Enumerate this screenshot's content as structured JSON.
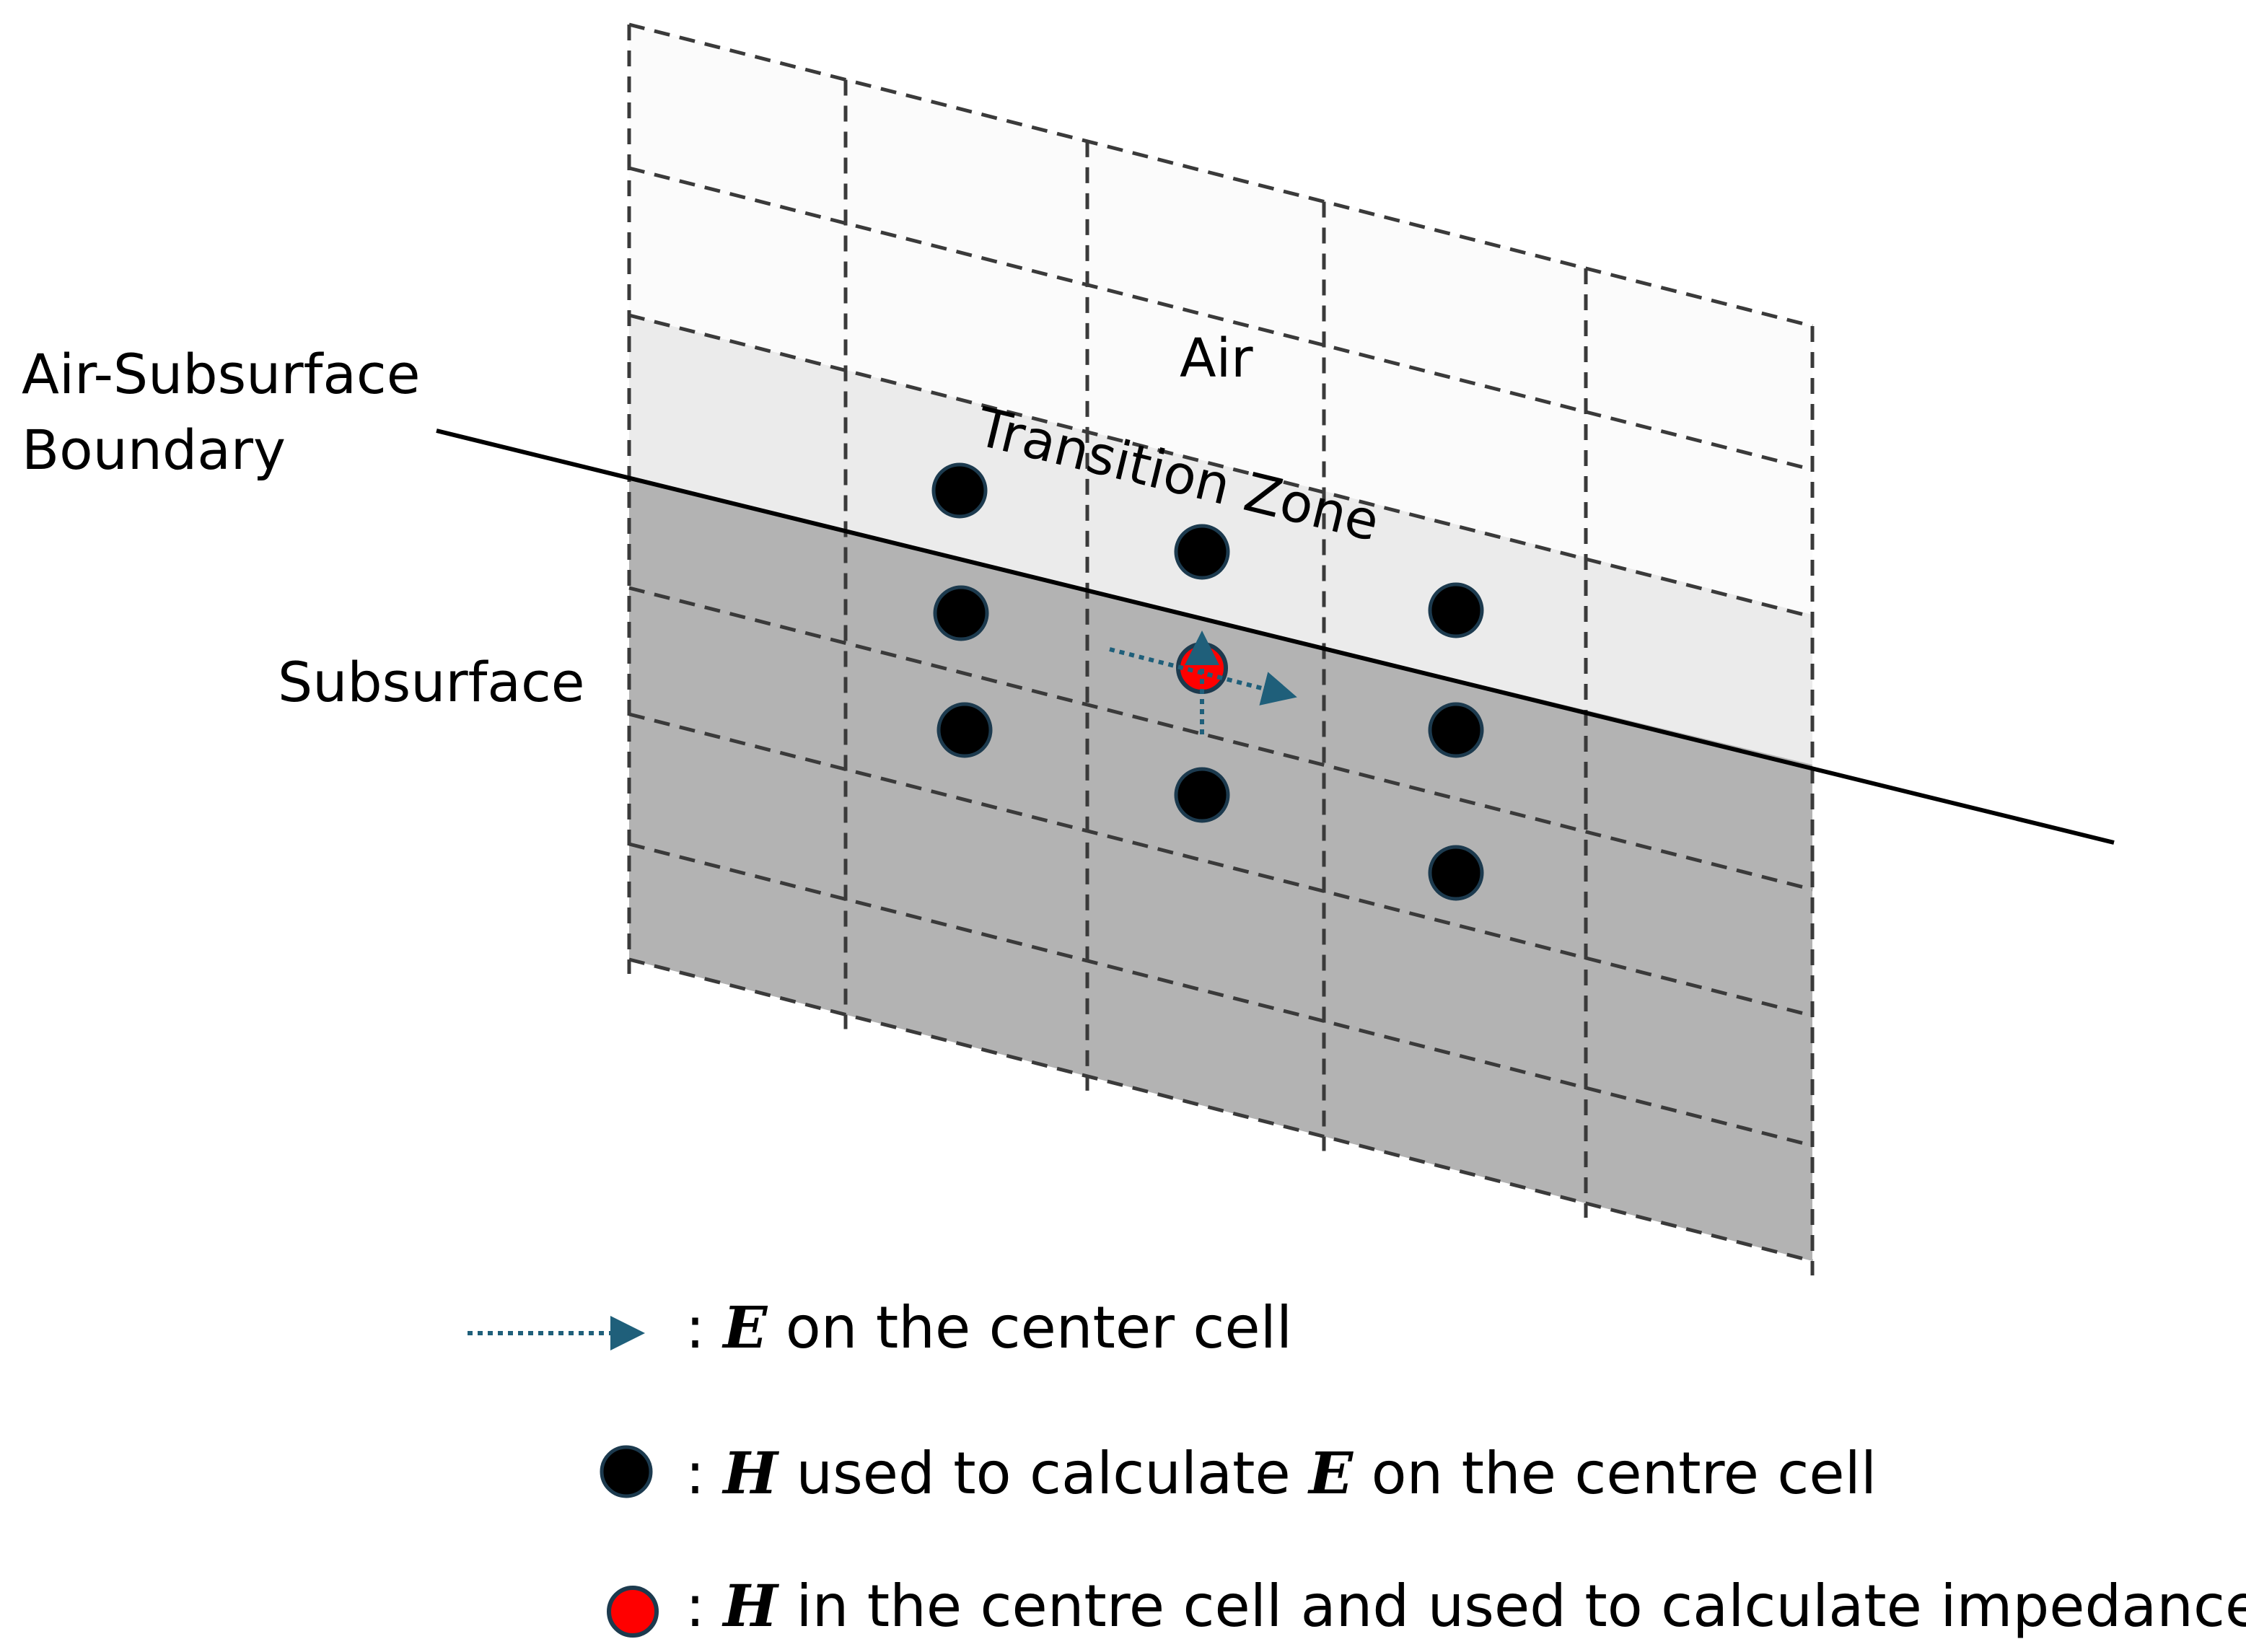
{
  "labels": {
    "air": "Air",
    "transition_zone": "Transition Zone",
    "boundary_line1": "Air-Subsurface",
    "boundary_line2": "Boundary",
    "subsurface": "Subsurface"
  },
  "legend": {
    "colon": ":",
    "e_arrow": {
      "symbol": "E",
      "text": " on the center cell"
    },
    "h_black": {
      "symbol": "H",
      "text_mid": " used to calculate ",
      "symbol2": "E",
      "text_end": " on the centre cell"
    },
    "h_red": {
      "symbol": "H",
      "text": " in the centre cell and used to calculate impedance"
    }
  },
  "colors": {
    "air": "#fbfbfb",
    "transition": "#ebebeb",
    "subsurface": "#b3b3b3",
    "grid_dash": "#3a3a3a",
    "node": "#000000",
    "node_stroke": "#1c3a4e",
    "center_node": "#ff0000",
    "e_arrow": "#1f5f7a"
  }
}
